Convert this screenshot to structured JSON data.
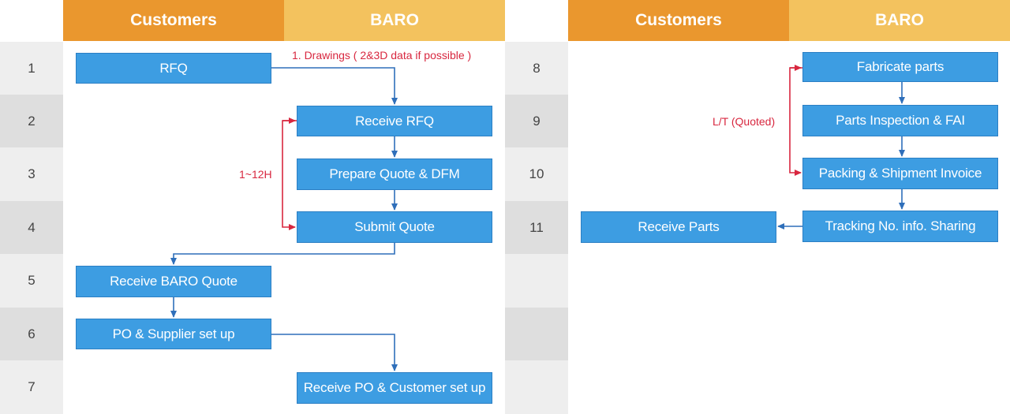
{
  "headers": {
    "customers": "Customers",
    "baro": "BARO"
  },
  "left_steps": [
    "1",
    "2",
    "3",
    "4",
    "5",
    "6",
    "7"
  ],
  "right_steps": [
    "8",
    "9",
    "10",
    "11",
    "",
    "",
    ""
  ],
  "boxes": {
    "rfq": "RFQ",
    "receive_rfq": "Receive RFQ",
    "prepare_quote": "Prepare Quote & DFM",
    "submit_quote": "Submit Quote",
    "receive_baro_quote": "Receive BARO Quote",
    "po_supplier": "PO & Supplier set up",
    "receive_po": "Receive PO & Customer set up",
    "fabricate": "Fabricate parts",
    "inspection": "Parts Inspection & FAI",
    "packing": "Packing & Shipment Invoice",
    "tracking": "Tracking No. info. Sharing",
    "receive_parts": "Receive Parts"
  },
  "notes": {
    "drawings": "1. Drawings ( 2&3D data if possible )",
    "lead_time_quote": "1~12H",
    "lead_time_production": "L/T (Quoted)"
  },
  "colors": {
    "customers_header": "#ea972e",
    "baro_header": "#f3c25e",
    "box": "#3d9de2",
    "connector": "#2f6fba",
    "note": "#d8273f"
  }
}
